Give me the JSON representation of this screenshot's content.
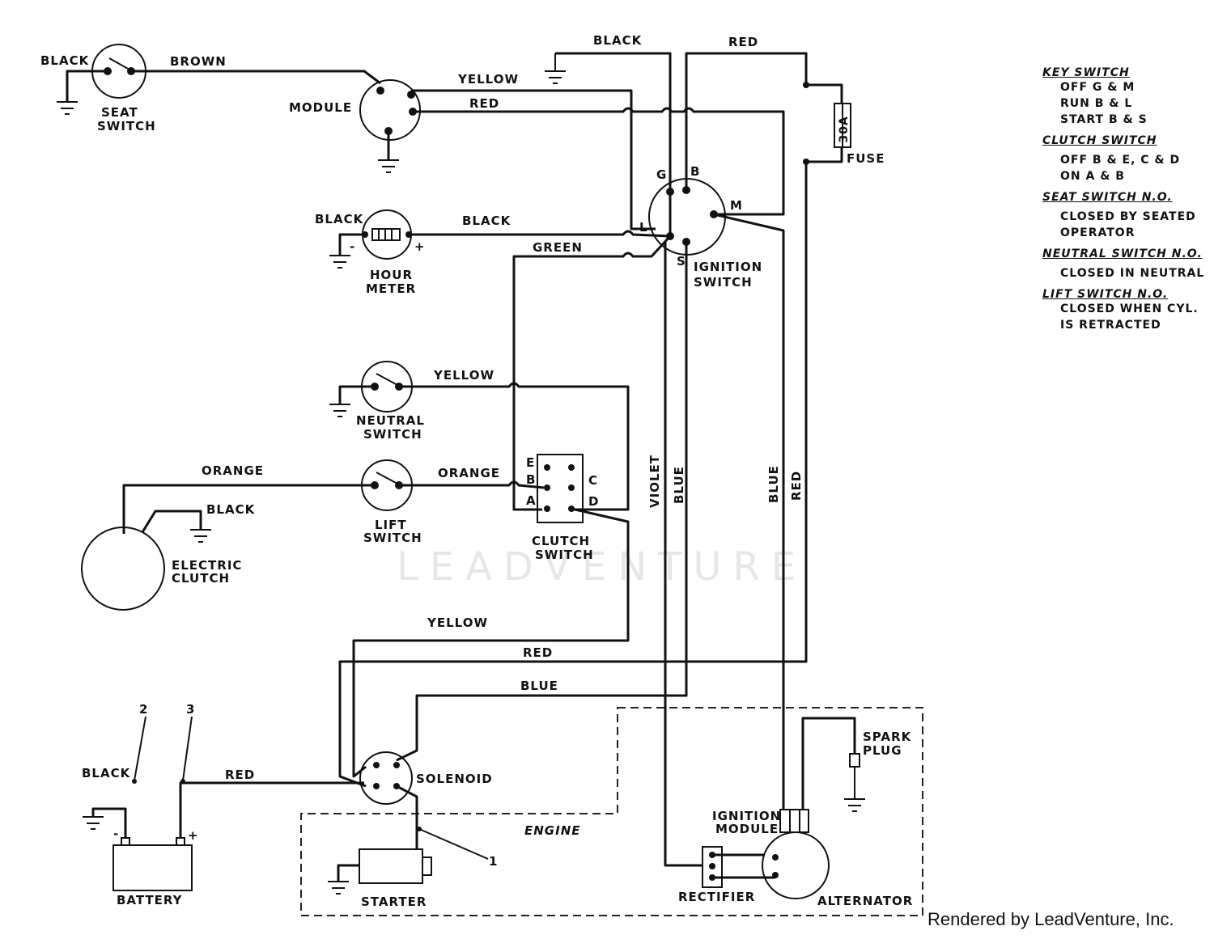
{
  "watermark": "LEADVENTURE",
  "credit": "Rendered by LeadVenture, Inc.",
  "legend": [
    {
      "title": "KEY SWITCH",
      "lines": [
        "OFF  G & M",
        "RUN  B & L",
        "START  B & S"
      ]
    },
    {
      "title": "CLUTCH SWITCH",
      "lines": [
        "OFF  B & E,  C & D",
        "ON   A & B"
      ]
    },
    {
      "title": "SEAT SWITCH  N.O.",
      "lines": [
        "CLOSED BY SEATED",
        "OPERATOR"
      ]
    },
    {
      "title": "NEUTRAL SWITCH  N.O.",
      "lines": [
        "CLOSED IN NEUTRAL"
      ]
    },
    {
      "title": "LIFT SWITCH  N.O.",
      "lines": [
        "CLOSED WHEN CYL.",
        "IS RETRACTED"
      ]
    }
  ],
  "components": {
    "seat_switch": "SEAT SWITCH",
    "module": "MODULE",
    "hour_meter": "HOUR METER",
    "neutral_switch": "NEUTRAL SWITCH",
    "lift_switch": "LIFT SWITCH",
    "electric_clutch": "ELECTRIC CLUTCH",
    "clutch_switch": "CLUTCH SWITCH",
    "ignition_switch": "IGNITION SWITCH",
    "fuse": "FUSE",
    "fuse_rating": "30A",
    "solenoid": "SOLENOID",
    "battery": "BATTERY",
    "starter": "STARTER",
    "engine": "ENGINE",
    "rectifier": "RECTIFIER",
    "alternator": "ALTERNATOR",
    "ignition_module": "IGNITION MODULE",
    "spark_plug": "SPARK PLUG"
  },
  "wires": {
    "black": "BLACK",
    "brown": "BROWN",
    "yellow": "YELLOW",
    "red": "RED",
    "green": "GREEN",
    "orange": "ORANGE",
    "blue": "BLUE",
    "violet": "VIOLET"
  },
  "terminals": {
    "ignition": [
      "G",
      "B",
      "M",
      "L",
      "S"
    ],
    "clutch": [
      "E",
      "B",
      "C",
      "A",
      "D"
    ],
    "battery_neg": "-",
    "battery_pos": "+",
    "meter_neg": "-",
    "meter_pos": "+"
  },
  "callouts": [
    "2",
    "3",
    "1"
  ]
}
